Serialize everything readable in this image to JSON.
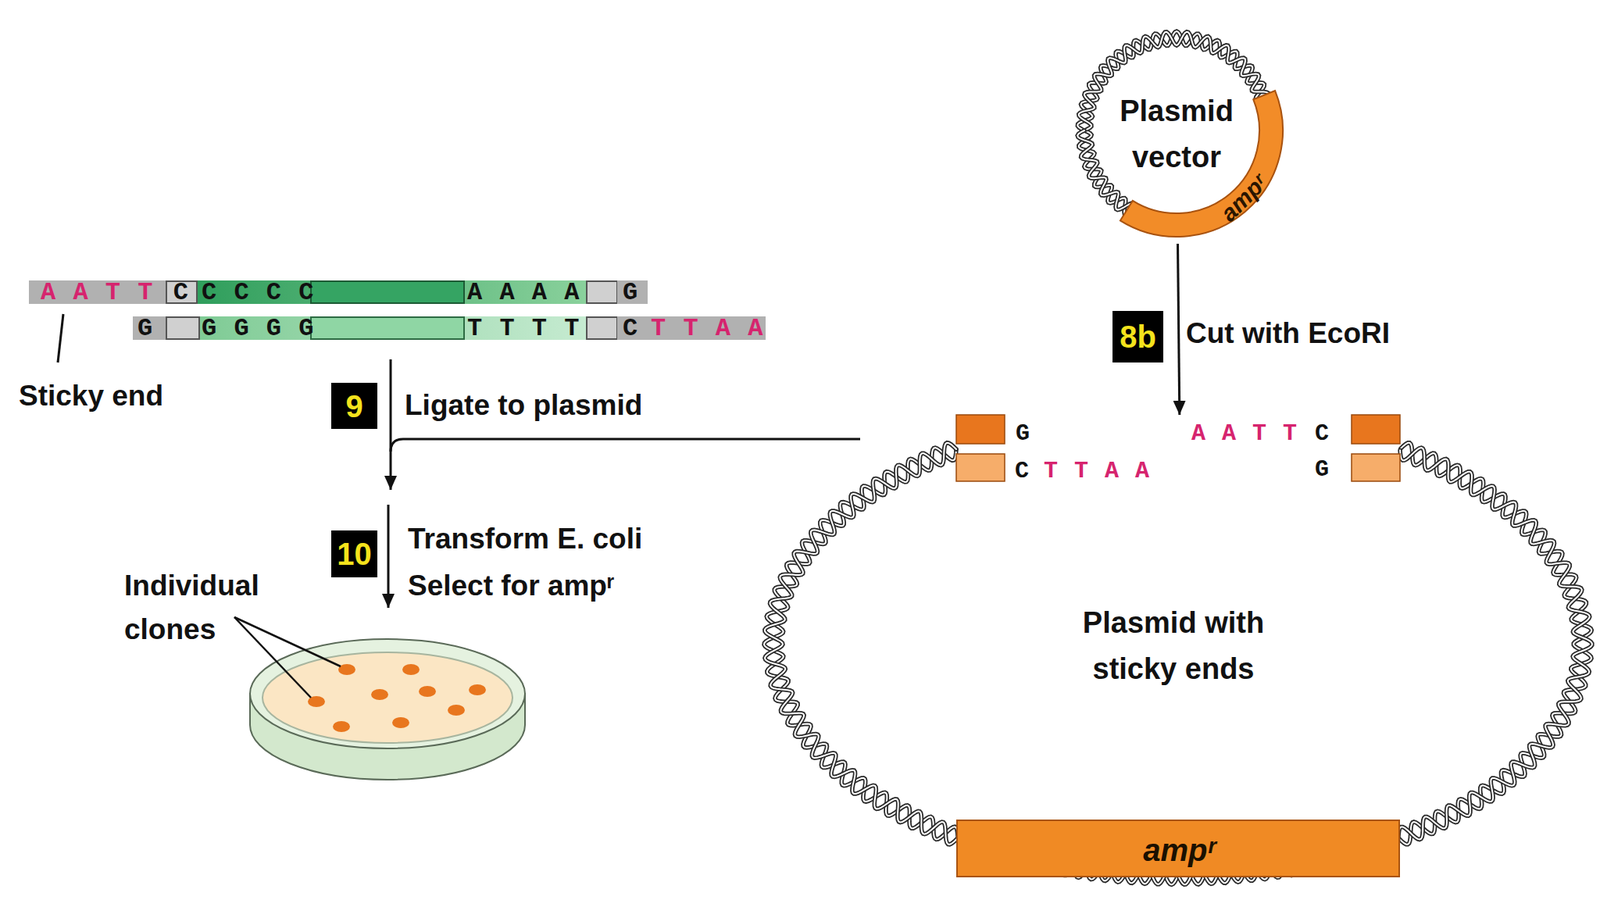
{
  "diagram": {
    "nodes": [
      {
        "text": [
          "Plasmid vector"
        ]
      },
      {
        "text": [
          "8b"
        ]
      },
      {
        "text": [
          "9"
        ]
      },
      {
        "text": [
          "Plasmid with sticky ends"
        ]
      },
      {
        "text": [
          "ampʳ"
        ],
        "in": 3
      },
      {
        "text": [
          "10"
        ]
      }
    ],
    "edges": [
      {
        "from": 0,
        "to": 3,
        "arrow": "to"
      }
    ],
    "labels": [
      "A A T T",
      "C",
      "C C C C",
      "A A A A",
      "G",
      "G",
      "G G G G",
      "T T T T",
      "C",
      "T T A A",
      "Sticky end",
      "Ligate to plasmid",
      "Transform E. coli",
      "Select for ampʳ",
      "Individual clones",
      "ampʳ",
      "Cut with EcoRI",
      "G",
      "C",
      "T T A A",
      "A A T T",
      "C",
      "G"
    ]
  }
}
